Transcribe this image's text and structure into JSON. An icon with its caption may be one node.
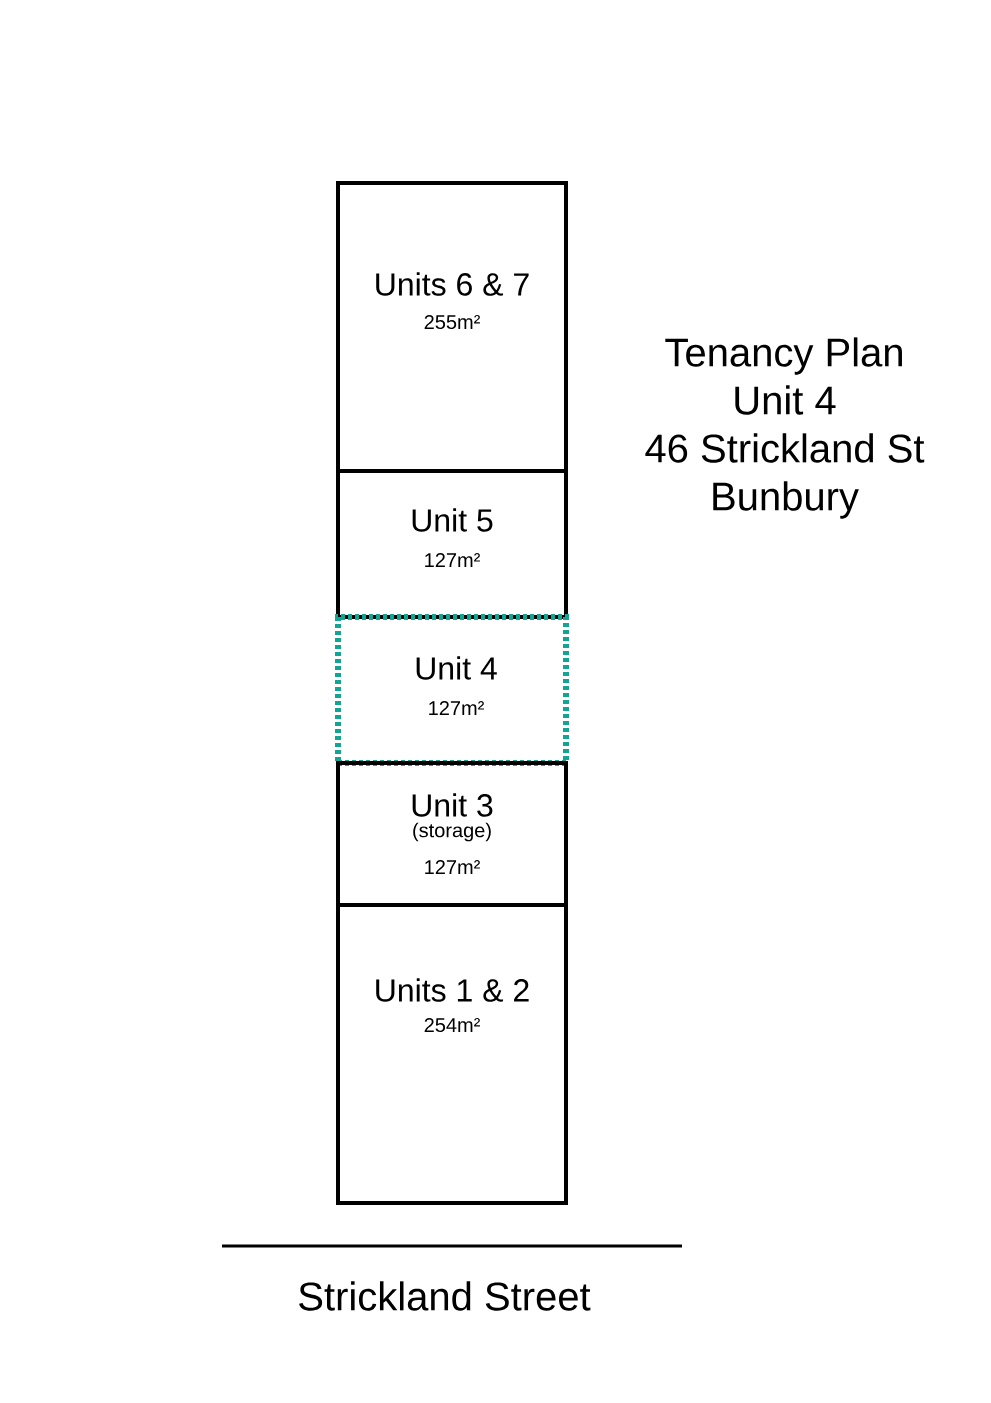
{
  "diagram": {
    "title": "Tenancy Plan Unit 4 46 Strickland St Bunbury",
    "nodes": [
      {
        "text": [
          "Units 6 & 7",
          "255m²"
        ]
      },
      {
        "text": [
          "Unit 5",
          "127m²"
        ]
      },
      {
        "text": [
          "Unit 4",
          "127m²"
        ]
      },
      {
        "text": [
          "Unit 3",
          "(storage)",
          "127m²"
        ]
      },
      {
        "text": [
          "Units 1 & 2",
          "254m²"
        ]
      }
    ],
    "labels": [
      "Strickland Street"
    ]
  }
}
